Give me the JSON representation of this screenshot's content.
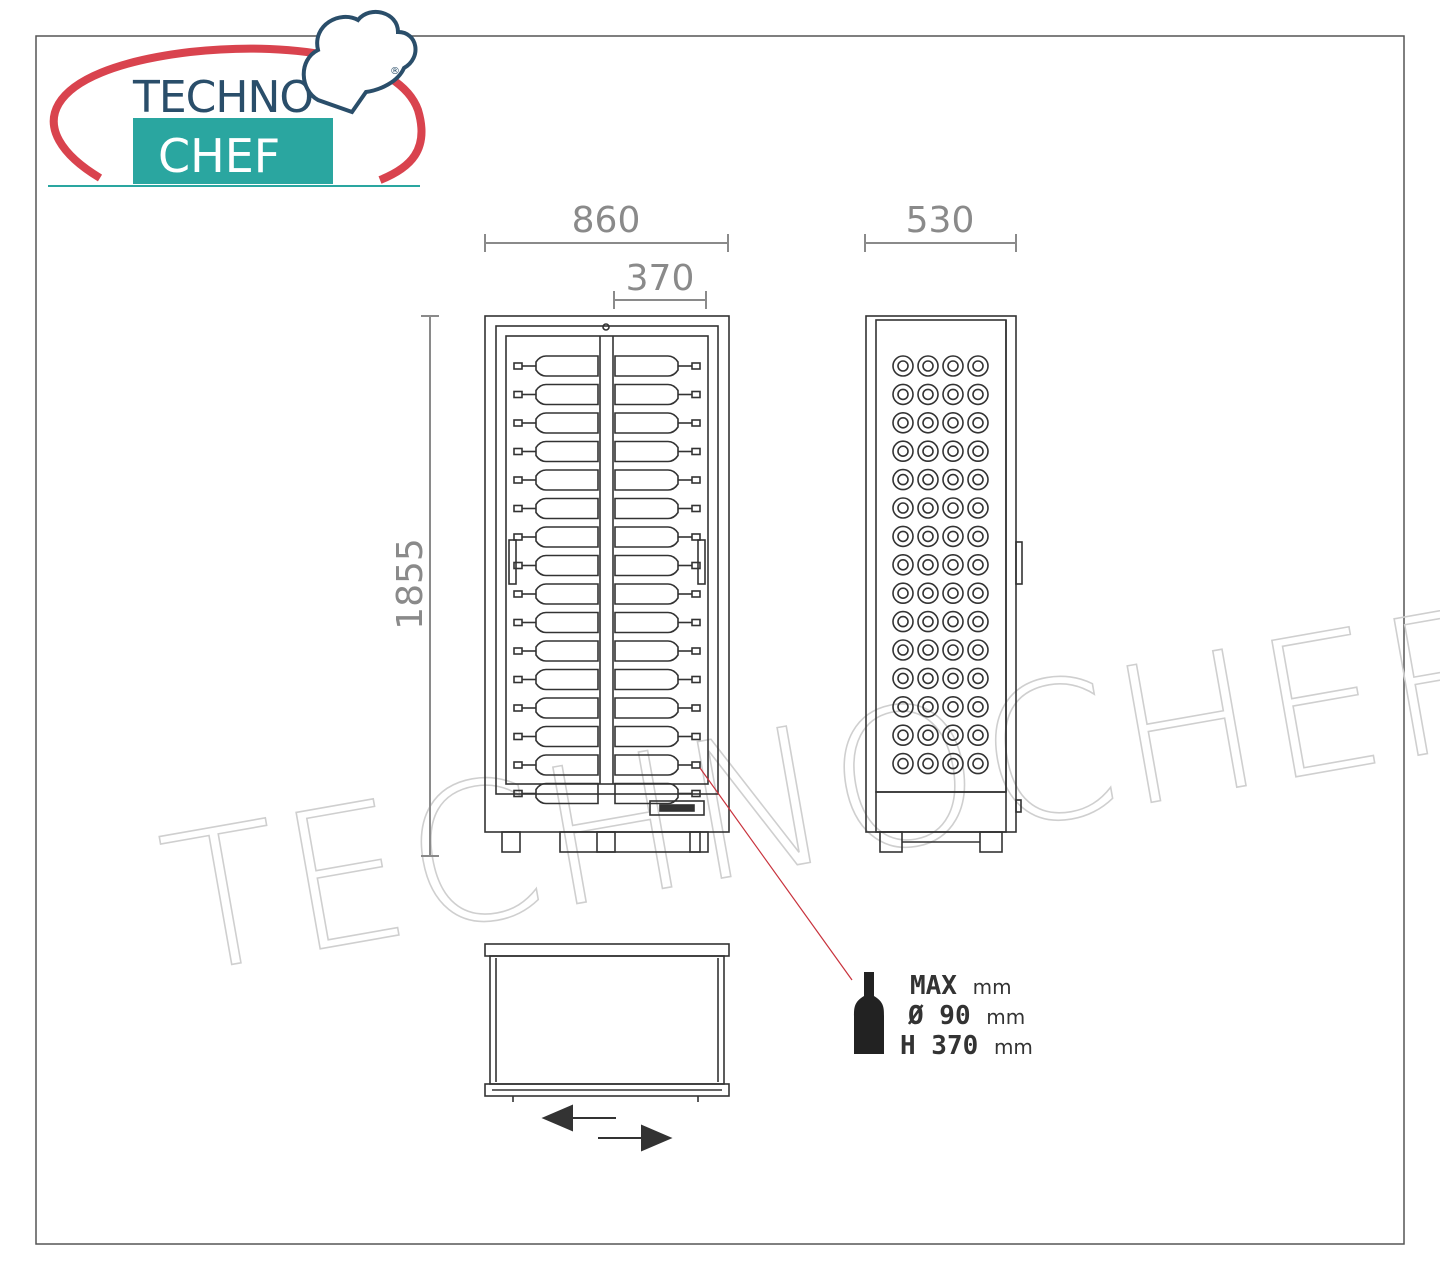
{
  "logo": {
    "line1": "TECHNO",
    "line2": "CHEF",
    "registered": "®"
  },
  "watermark": "TECHNOCHEF.IT",
  "dimensions": {
    "width": "860",
    "door_width": "370",
    "depth": "530",
    "height": "1855"
  },
  "bottle_spec": {
    "max": "MAX",
    "unit": "mm",
    "diameter": "Ø 90",
    "height": "H 370"
  },
  "colors": {
    "frame": "#555555",
    "drawing": "#333333",
    "dim_text": "#8a8a8a",
    "leader": "#c8323c",
    "logo_teal": "#2aa6a0",
    "logo_red": "#d9434e",
    "logo_navy": "#2a4e6a"
  }
}
